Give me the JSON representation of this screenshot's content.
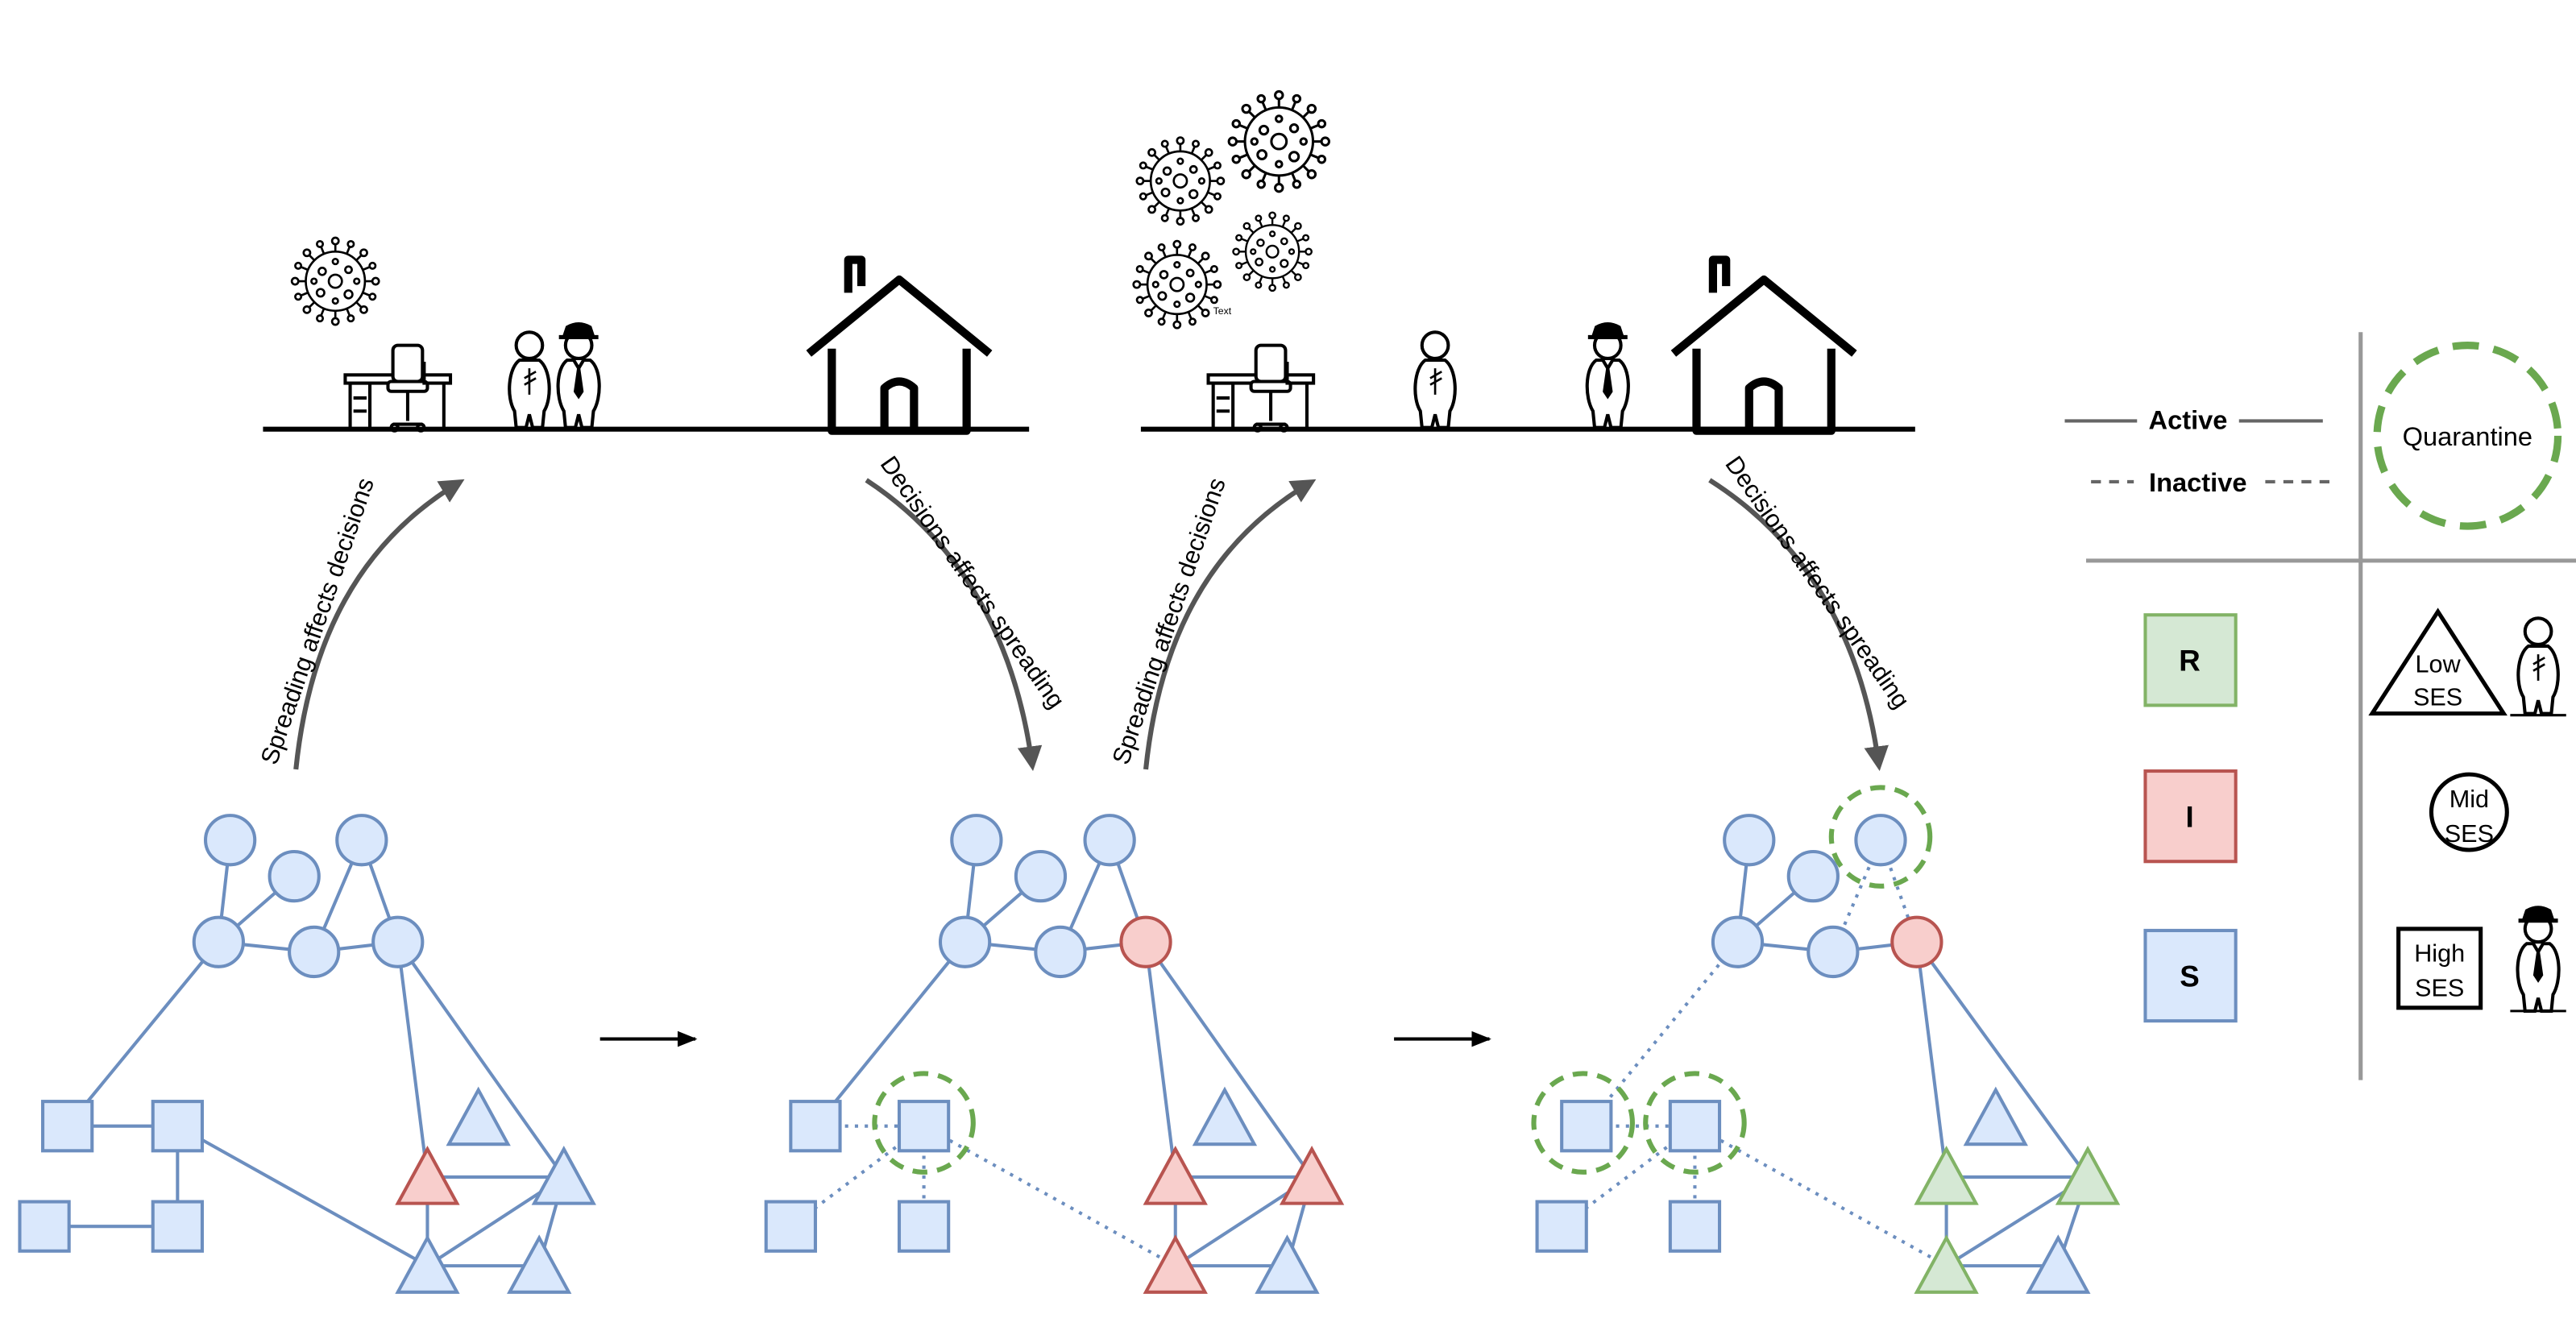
{
  "texts": {
    "arrow1": "Spreading affects decisions",
    "arrow2": "Decisions affects spreading",
    "arrow3": "Spreading affects decisions",
    "arrow4": "Decisions affects spreading",
    "virus_text": "Text"
  },
  "legend": {
    "active": "Active",
    "inactive": "Inactive",
    "quarantine": "Quarantine",
    "states": [
      {
        "label": "R",
        "fill": "#d5e8d4",
        "stroke": "#82b366"
      },
      {
        "label": "I",
        "fill": "#f8cecc",
        "stroke": "#b85450"
      },
      {
        "label": "S",
        "fill": "#dae8fc",
        "stroke": "#6c8ebf"
      }
    ],
    "ses_low_line1": "Low",
    "ses_low_line2": "SES",
    "ses_mid_line1": "Mid",
    "ses_mid_line2": "SES",
    "ses_high_line1": "High",
    "ses_high_line2": "SES"
  },
  "colors": {
    "susceptible_fill": "#dae8fc",
    "susceptible_stroke": "#6c8ebf",
    "infected_fill": "#f8cecc",
    "infected_stroke": "#b85450",
    "recovered_fill": "#d5e8d4",
    "recovered_stroke": "#82b366",
    "quarantine": "#6aa84f",
    "arrow": "#555555",
    "divider": "#999999"
  },
  "icons": {
    "virus": "virus-icon",
    "desk": "office-desk-icon",
    "house": "house-icon",
    "low_ses_person": "low-ses-person-icon",
    "high_ses_person": "high-ses-person-icon"
  }
}
